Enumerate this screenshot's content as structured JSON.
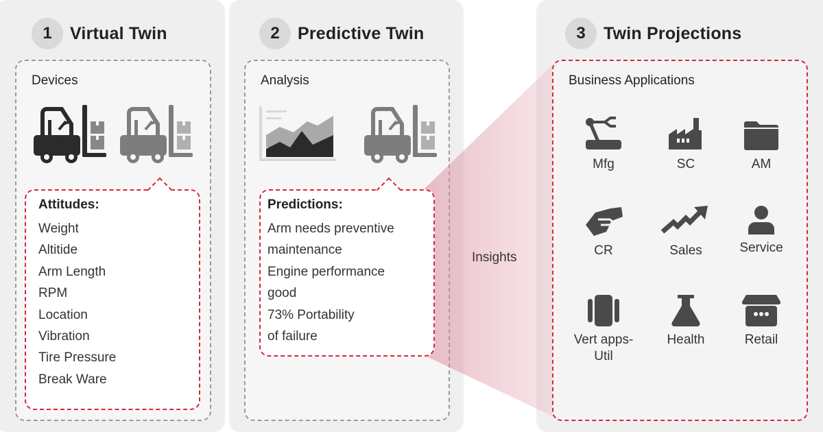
{
  "steps": [
    {
      "number": "1",
      "title": "Virtual Twin"
    },
    {
      "number": "2",
      "title": "Predictive Twin"
    },
    {
      "number": "3",
      "title": "Twin Projections"
    }
  ],
  "virtual_twin": {
    "section_label": "Devices",
    "icons": [
      "forklift-icon-dark",
      "forklift-icon-gray"
    ],
    "bubble": {
      "title": "Attitudes:",
      "items": [
        "Weight",
        "Altitide",
        "Arm Length",
        "RPM",
        "Location",
        "Vibration",
        "Tire Pressure",
        "Break Ware"
      ]
    }
  },
  "predictive_twin": {
    "section_label": "Analysis",
    "icons": [
      "area-chart-icon",
      "forklift-icon-gray"
    ],
    "bubble": {
      "title": "Predictions:",
      "lines": [
        "Arm needs preventive",
        "maintenance",
        "Engine performance",
        "good",
        "73% Portability",
        "of failure"
      ]
    }
  },
  "connector": {
    "label": "Insights"
  },
  "twin_projections": {
    "section_label": "Business Applications",
    "apps": [
      {
        "label": "Mfg",
        "icon": "robot-arm-icon"
      },
      {
        "label": "SC",
        "icon": "factory-icon"
      },
      {
        "label": "AM",
        "icon": "folder-icon"
      },
      {
        "label": "CR",
        "icon": "handshake-icon"
      },
      {
        "label": "Sales",
        "icon": "trend-up-icon"
      },
      {
        "label": "Service",
        "icon": "person-icon"
      },
      {
        "label": "Vert apps-",
        "label2": "Util",
        "icon": "tablet-icon"
      },
      {
        "label": "Health",
        "icon": "flask-icon"
      },
      {
        "label": "Retail",
        "icon": "store-icon"
      }
    ]
  },
  "colors": {
    "panel_bg": "#efefef",
    "accent_red": "#d7263d",
    "band_pink": "#e8b4c0",
    "icon_dark": "#2b2b2b",
    "icon_gray": "#7d7d7d"
  }
}
